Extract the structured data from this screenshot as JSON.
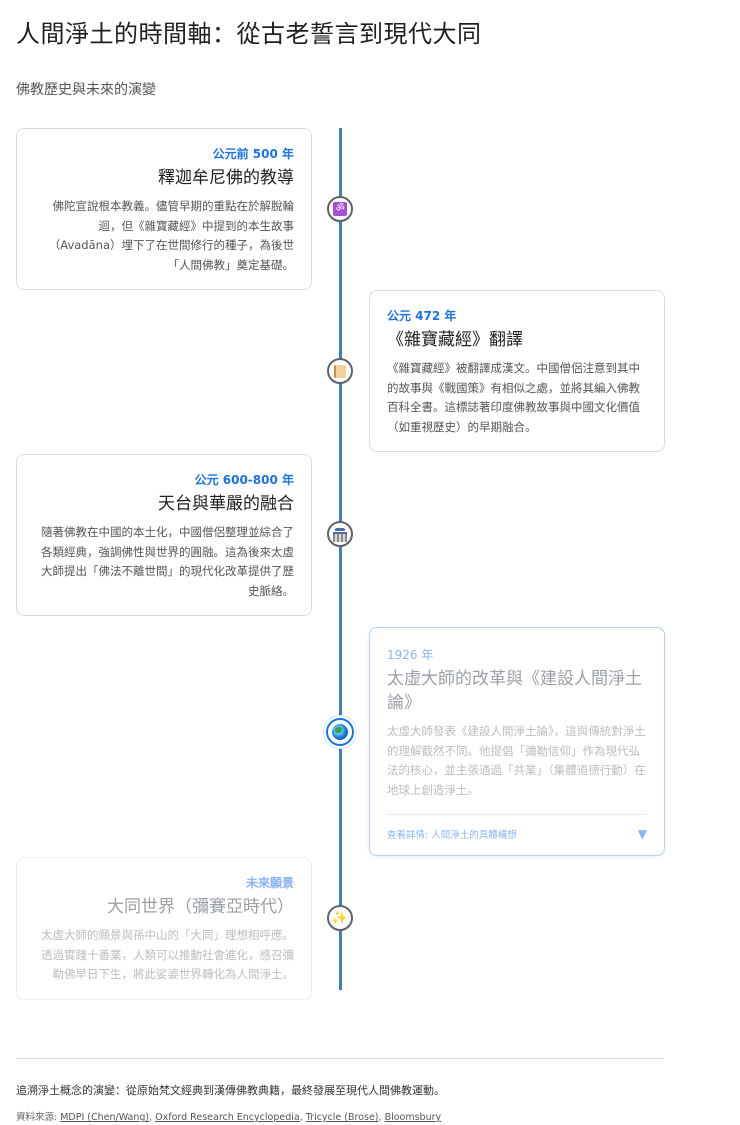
{
  "header": {
    "title": "人間淨土的時間軸：從古老誓言到現代大同",
    "subtitle": "佛教歷史與未來的演變"
  },
  "timeline": {
    "line_color": "#3f7fc0",
    "events": [
      {
        "side": "left",
        "icon": "om-icon",
        "icon_glyph": "ॐ",
        "date": "公元前 500 年",
        "title": "釋迦牟尼佛的教導",
        "description": "佛陀宣說根本教義。儘管早期的重點在於解脫輪迴，但《雜寶藏經》中提到的本生故事（Avadāna）埋下了在世間修行的種子，為後世「人間佛教」奠定基礎。"
      },
      {
        "side": "right",
        "icon": "scroll-icon",
        "date": "公元 472 年",
        "title": "《雜寶藏經》翻譯",
        "description": "《雜寶藏經》被翻譯成漢文。中國僧侶注意到其中的故事與《戰國策》有相似之處，並將其編入佛教百科全書。這標誌著印度佛教故事與中國文化價值（如重視歷史）的早期融合。"
      },
      {
        "side": "left",
        "icon": "temple-icon",
        "date": "公元 600-800 年",
        "title": "天台與華嚴的融合",
        "description": "隨著佛教在中國的本土化，中國僧侶整理並綜合了各類經典，強調佛性與世界的圓融。這為後來太虛大師提出「佛法不離世間」的現代化改革提供了歷史脈絡。"
      },
      {
        "side": "right",
        "icon": "globe-icon",
        "date": "1926 年",
        "title": "太虛大師的改革與《建設人間淨土論》",
        "description": "太虛大師發表《建設人間淨土論》，這與傳統對淨土的理解截然不同。他提倡「彌勒信仰」作為現代弘法的核心，並主張通過「共業」（集體道德行動）在地球上創造淨土。",
        "details_link": "查看詳情: 人間淨土的具體構想",
        "details_caret": "▼",
        "active": true
      },
      {
        "side": "left",
        "icon": "sparkles-icon",
        "icon_glyph": "✨",
        "date": "未來願景",
        "title": "大同世界（彌賽亞時代）",
        "description": "太虛大師的願景與孫中山的「大同」理想相呼應。透過實踐十善業，人類可以推動社會進化，感召彌勒佛早日下生，將此娑婆世界轉化為人間淨土。"
      }
    ]
  },
  "footer": {
    "summary": "追溯淨土概念的演變：從原始梵文經典到漢傳佛教典籍，最終發展至現代人間佛教運動。",
    "sources_label": "資料來源: ",
    "sources": [
      "MDPI (Chen/Wang)",
      "Oxford Research Encyclopedia",
      "Tricycle (Brose)",
      "Bloomsbury"
    ],
    "separator": ", "
  }
}
